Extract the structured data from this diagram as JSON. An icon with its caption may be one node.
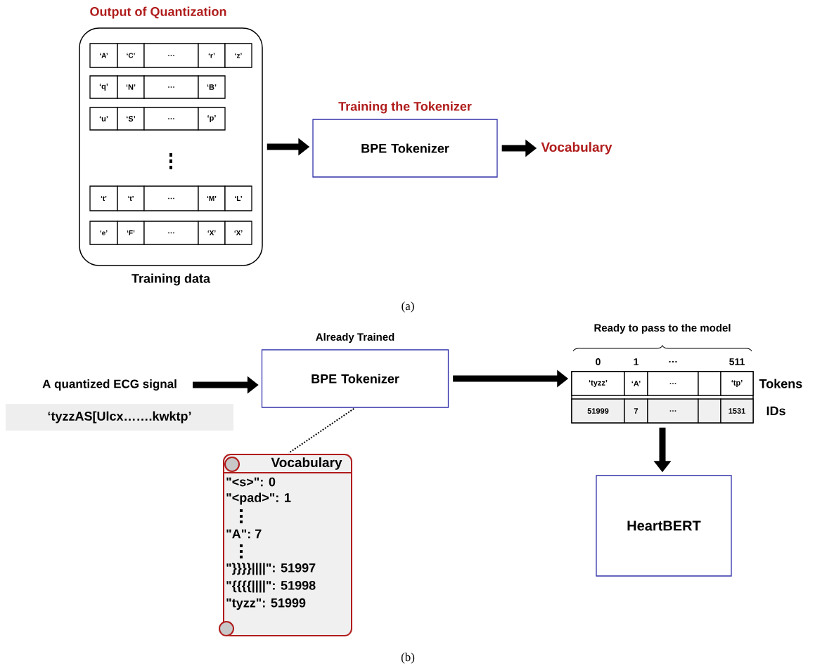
{
  "diagram": {
    "nodes": [
      {
        "text": [
          "Output of Quantization",
          "Training data"
        ]
      },
      {
        "text": [
          "Training the Tokenizer",
          "BPE Tokenizer"
        ]
      },
      {
        "text": [
          "Vocabulary"
        ]
      },
      {
        "text": [
          "A quantized ECG signal"
        ]
      },
      {
        "text": [
          "‘tyzzAS[Ulcx…….kwktp’"
        ]
      },
      {
        "text": [
          "Already Trained",
          "BPE Tokenizer"
        ]
      },
      {
        "text": [
          "Ready to pass to the model"
        ]
      },
      {
        "text": [
          "HeartBERT"
        ]
      },
      {
        "text": [
          "Vocabulary",
          "\"<s>\": 0",
          "\"<pad>\": 1",
          "\"A\": 7",
          "\"}}}}||||\": 51997",
          "\"{{{{||||\": 51998",
          "\"tyzz\": 51999"
        ]
      }
    ],
    "edges": [
      {
        "from": 0,
        "to": 1,
        "arrow": "to"
      },
      {
        "from": 1,
        "to": 2,
        "arrow": "to"
      },
      {
        "from": 3,
        "to": 5,
        "arrow": "to"
      },
      {
        "from": 5,
        "to": 8,
        "arrow": "none",
        "style": "dashed"
      },
      {
        "from": 5,
        "to": 6,
        "arrow": "to"
      },
      {
        "from": 6,
        "to": 7,
        "arrow": "to"
      }
    ],
    "labels": [
      "‘A’",
      "‘C’",
      "…",
      "‘r’",
      "‘z’",
      "‘q’",
      "‘N’",
      "…",
      "‘B’",
      "‘u’",
      "‘S’",
      "…",
      "‘p’",
      "‘t’",
      "‘t’",
      "…",
      "‘M’",
      "‘L’",
      "‘e’",
      "‘F’",
      "…",
      "‘X’",
      "‘X’",
      "(a)",
      "0",
      "1",
      "…",
      "511",
      "‘tyzz’",
      "‘A’",
      "…",
      "‘tp’",
      "Tokens",
      "51999",
      "7",
      "…",
      "1531",
      "IDs",
      "(b)"
    ]
  }
}
